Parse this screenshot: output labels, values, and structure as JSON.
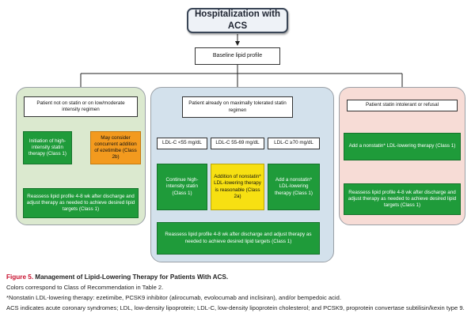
{
  "title": "Hospitalization with ACS",
  "baseline": "Baseline lipid profile",
  "left": {
    "header": "Patient not on statin or on low/moderate intensity regimen",
    "box1": "Initiation of high-intensity statin therapy (Class 1)",
    "box2": "May consider concurrent addition of ezetimibe (Class 2b)",
    "reassess": "Reassess lipid profile 4-8 wk after discharge and adjust therapy as needed to achieve desired lipid targets (Class 1)"
  },
  "middle": {
    "header": "Patient already on maximally tolerated statin regimen",
    "ldl1": "LDL-C <55 mg/dL",
    "ldl2": "LDL-C 55-69 mg/dL",
    "ldl3": "LDL-C ≥70 mg/dL",
    "action1": "Continue high-intensity statin (Class 1)",
    "action2": "Addition of nonstatin* LDL-lowering therapy is reasonable (Class 2a)",
    "action3": "Add a nonstatin* LDL-lowering therapy (Class 1)",
    "reassess": "Reassess lipid profile 4-8 wk after discharge and adjust therapy as needed to achieve desired lipid targets (Class 1)"
  },
  "right": {
    "header": "Patient statin intolerant or refusal",
    "box1": "Add a nonstatin* LDL-lowering therapy (Class 1)",
    "reassess": "Reassess lipid profile 4-8 wk after discharge and adjust therapy as needed to achieve desired lipid targets (Class 1)"
  },
  "caption": {
    "figure_label": "Figure 5.",
    "figure_title": "Management of Lipid-Lowering Therapy for Patients With ACS.",
    "line1": "Colors correspond to Class of Recommendation in Table 2.",
    "line2": "*Nonstatin LDL-lowering therapy: ezetimibe, PCSK9 inhibitor (alirocumab, evolocumab and inclisiran), and/or bempedoic acid.",
    "line3": "ACS indicates acute coronary syndromes; LDL, low-density lipoprotein; LDL-C, low-density lipoprotein cholesterol; and PCSK9, proprotein convertase subtilisin/kexin type 9."
  },
  "colors": {
    "class1": "#1f9b3a",
    "class2a": "#f7e012",
    "class2b": "#f39a1e",
    "left_panel": "#dbe9cf",
    "middle_panel": "#d3e1ec",
    "right_panel": "#f7dcd6",
    "figure_label": "#c8102e"
  }
}
